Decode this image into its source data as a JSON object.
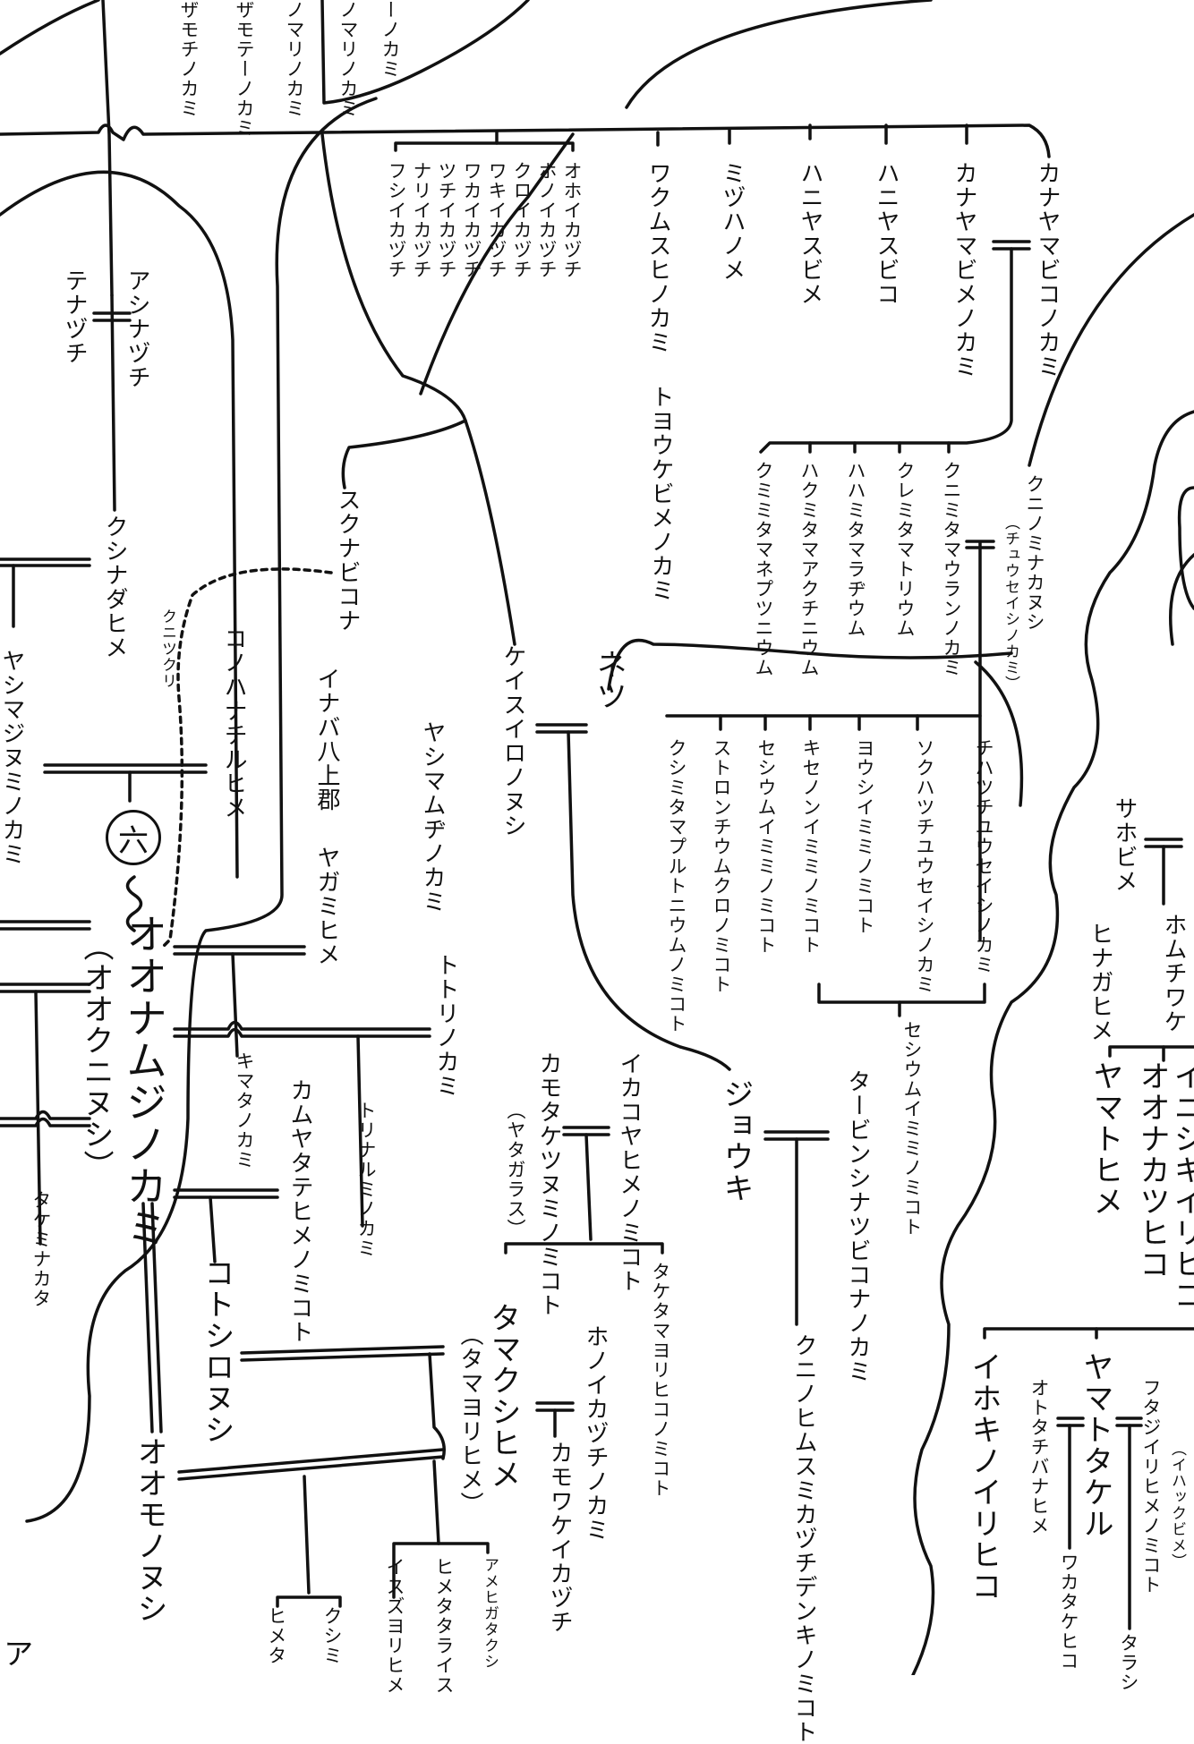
{
  "badge": "六",
  "top_fragments": [
    "ーノカミ",
    "ザモチノカミ",
    "ザモテーノカミ",
    "ノマリノカミ",
    "ノマリノカミ"
  ],
  "group_hoi": [
    "オホイカヅチ",
    "ホノイカヅチ",
    "クロイカヅチ",
    "ワキイカヅチ",
    "ワカイカヅチ",
    "ツチイカヅチ",
    "ナリイカヅチ",
    "フシイカヅチ"
  ],
  "wakumusubi": "ワクムスヒノカミ",
  "toyoukebime": "トヨウケビメノカミ",
  "mizuhanome": "ミヅハノメ",
  "haniyasubime": "ハニヤスビメ",
  "haniyasubiko": "ハニヤスビコ",
  "kanayamabime": "カナヤマビメノカミ",
  "kanayamabiko": "カナヤマビコノカミ",
  "ashinazuchi": "アシナヅチ",
  "tenazuchi": "テナヅチ",
  "kushinadahime": "クシナダヒメ",
  "yashimajinumi": "ヤシマジヌミノカミ",
  "konohanachiruhime": "コノハナチルヒメ",
  "kunitsukuri": "クニツクリ",
  "sukunabikona": "スクナビコナ",
  "inaba_hakami": "イナバ八上郡",
  "yagamihime": "ヤガミヒメ",
  "yashimamuji": "ヤシマムヂノカミ",
  "totori": "トトリノカミ",
  "keisuironushi": "ケイスイロノヌシ",
  "netsu": "ネツ",
  "group_kumita": [
    "クニミタマウランノカミ",
    "クレミタマトリウム",
    "ハハミタマラヂウム",
    "ハクミタマアクチニウム",
    "クミミタマネプツニウム"
  ],
  "kuninominakanushi": "クニノミナカヌシ",
  "chuuseishi": "（チュウセイシノカミ）",
  "group_chihatsu": [
    "チハツチユウセイシノカミ",
    "ソクハツチユウセイシノカミ",
    "ヨウシイミミノミコト",
    "キセノンイミミノミコト",
    "セシウムイミミノミコト",
    "ストロンチウムクロノミコト",
    "クシミタマプルトニウムノミコト"
  ],
  "sesium": "セシウムイミミノミコト",
  "ookuninushi_paren": "（オオクニヌシ）",
  "oonamuji": "オオナムジノカミ",
  "kimatanokami": "キマタノカミ",
  "kamuyatatehime": "カムヤタテヒメノミコト",
  "torinarumi": "トリナルミノカミ",
  "takeminakata": "タケミナカタ",
  "kotoshironushi": "コトシロヌシ",
  "oomononushi": "オオモノヌシ",
  "kamotaketsunumi": "カモタケツヌミノミコト",
  "yatagarasu": "（ヤタガラス）",
  "ikakoyahime": "イカコヤヒメノミコト",
  "takemagoyorihiko": "タケタマヨリヒコノミコト",
  "tamakushihime": "タマクシヒメ",
  "tamayorihime": "（タマヨリヒメ）",
  "honoikazuchi": "ホノイカヅチノカミ",
  "kamowakeikazuchi": "カモワケイカヅチ",
  "jouki": "ジョウキ",
  "turbine": "タービンシナツビコナノカミ",
  "kunohimusumi": "クニノヒムスミカヅチデンキノミコト",
  "bottom_children": [
    "ヒメタ",
    "クシミ",
    "イスズヨリヒメ",
    "ヒメタタライス",
    "アメヒガタクシ"
  ],
  "right_sahobime": "サホビメ",
  "right_homuchiwake": "ホムチワケ",
  "right_hinagahime": "ヒナガヒメ",
  "right_yamatohime": "ヤマトヒメ",
  "right_oonakatsuhiko": "オオナカツヒコ",
  "right_ini": "イニシキイリヒコ",
  "right_ihokinoirihiko": "イホキノイリヒコ",
  "right_yamatotakeru": "ヤマトタケル",
  "right_ototachibana": "オトタチバナヒメ",
  "right_futaji": "フタジイリヒメノミコト",
  "right_ihakugi": "（イハックビメ）",
  "right_wakatake": "ワカタケヒコ",
  "right_tarashi": "タラシ",
  "bottom_left_a": "ア"
}
